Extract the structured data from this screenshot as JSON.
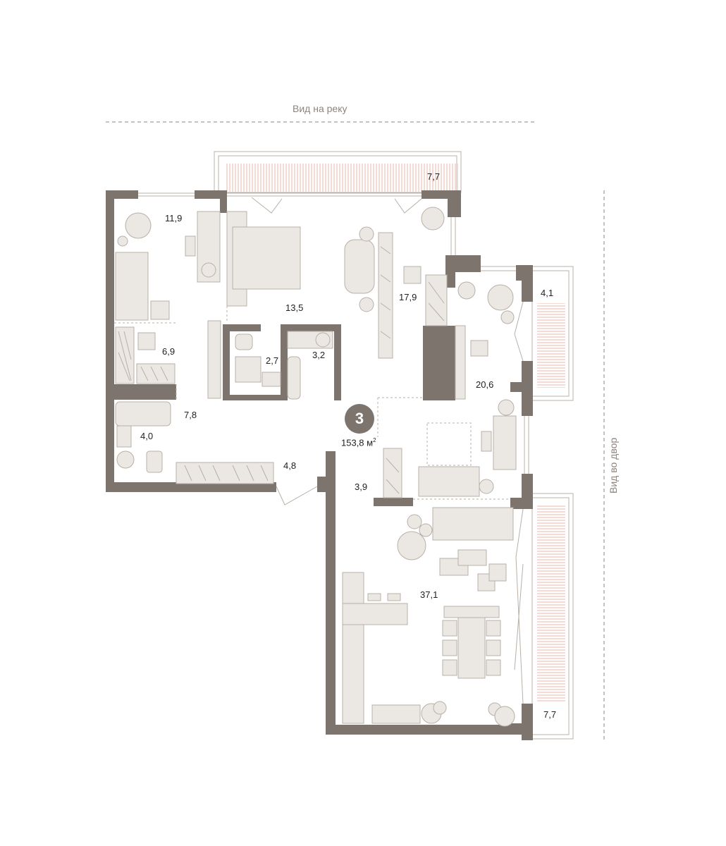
{
  "views": {
    "river": "Вид на реку",
    "yard": "Вид во двор"
  },
  "apartment": {
    "rooms_count": "3",
    "total_area": "153,8",
    "unit": "м",
    "unit_power": "2"
  },
  "rooms": {
    "balcony_top": "7,7",
    "bedroom_left": "11,9",
    "bedroom_main": "13,5",
    "living_top": "17,9",
    "balcony_right_top": "4,1",
    "wardrobe": "6,9",
    "wc": "2,7",
    "laundry": "3,2",
    "hall": "7,8",
    "bathroom": "4,0",
    "study": "20,6",
    "entrance": "4,8",
    "storage": "3,9",
    "kitchen_living": "37,1",
    "balcony_right_bottom": "7,7"
  },
  "colors": {
    "wall": "#7d746e",
    "furniture": "#ebe7e3",
    "furniture_stroke": "#b8b0a8",
    "balcony_hatch": "#f0b5a8"
  }
}
